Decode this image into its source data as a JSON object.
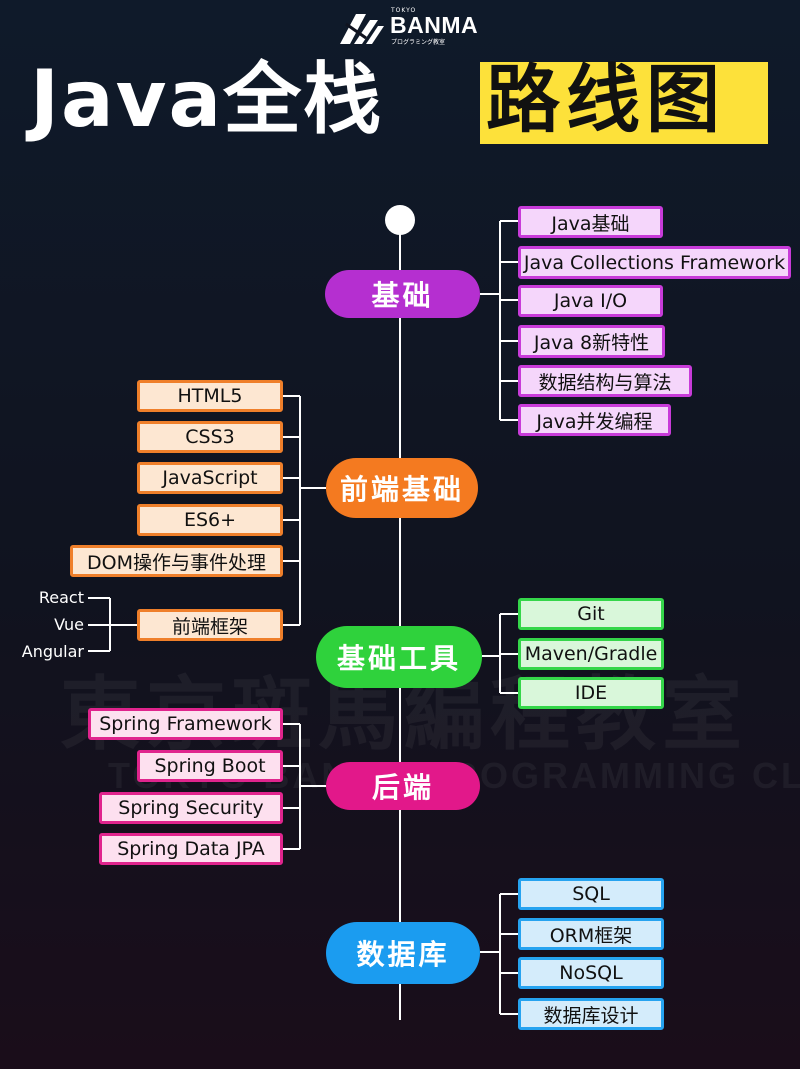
{
  "logo": {
    "small_top": "TOKYO",
    "name": "BANMA",
    "sub": "プログラミング教室",
    "icon": "zebra-icon"
  },
  "title": {
    "part1": "Java全栈",
    "part2": "路线图"
  },
  "watermark": {
    "cn": "東京斑馬編程教室",
    "en": "TOKYO BANMA PROGRAMMING CLASSROOM"
  },
  "colors": {
    "basics": "#b52fd0",
    "frontend": "#f47a20",
    "tools": "#2fd23c",
    "backend": "#e2188a",
    "database": "#1b9cf0",
    "title_highlight": "#fde13a"
  },
  "sections": {
    "basics": {
      "label": "基础",
      "items": [
        "Java基础",
        "Java Collections Framework",
        "Java I/O",
        "Java 8新特性",
        "数据结构与算法",
        "Java并发编程"
      ]
    },
    "frontend": {
      "label": "前端基础",
      "items": [
        "HTML5",
        "CSS3",
        "JavaScript",
        "ES6+",
        "DOM操作与事件处理",
        "前端框架"
      ],
      "frameworks": [
        "React",
        "Vue",
        "Angular"
      ]
    },
    "tools": {
      "label": "基础工具",
      "items": [
        "Git",
        "Maven/Gradle",
        "IDE"
      ]
    },
    "backend": {
      "label": "后端",
      "items": [
        "Spring Framework",
        "Spring Boot",
        "Spring Security",
        "Spring Data JPA"
      ]
    },
    "database": {
      "label": "数据库",
      "items": [
        "SQL",
        "ORM框架",
        "NoSQL",
        "数据库设计"
      ]
    }
  }
}
